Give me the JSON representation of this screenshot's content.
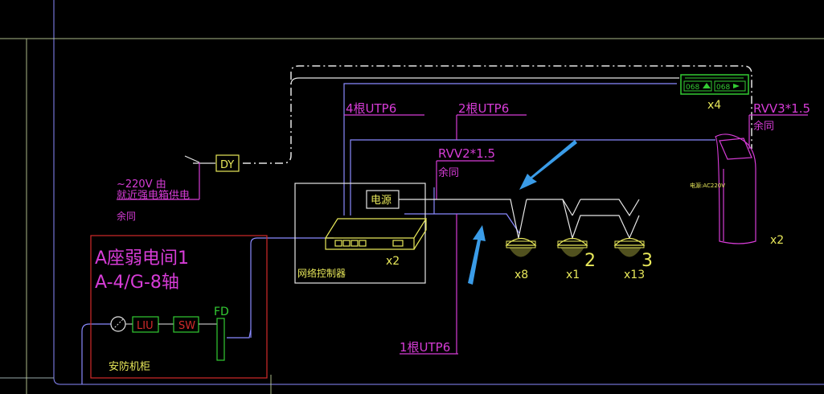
{
  "colors": {
    "background": "#000000",
    "magenta": "#d63cd6",
    "yellow": "#e8e85a",
    "white": "#e6e6e6",
    "green": "#33cc33",
    "red": "#d22a2a",
    "blue_line": "#8a8aff",
    "arrow": "#3a9ce8"
  },
  "labels": {
    "power_source": "~220V 由",
    "power_source2": "就近强电箱供电",
    "power_source3": "余同",
    "dy": "DY",
    "utp4": "4根UTP6",
    "utp2": "2根UTP6",
    "utp1": "1根UTP6",
    "rvv2": "RVV2*1.5",
    "rvv2_note": "余同",
    "rvv3": "RVV3*1.5",
    "rvv3_note": "余同",
    "power_box": "电源",
    "controller": "网络控制器",
    "controller_qty": "x2",
    "room_line1": "A座弱电间1",
    "room_line2": "A-4/G-8轴",
    "liu": "LIU",
    "sw": "SW",
    "fd": "FD",
    "cabinet": "安防机柜",
    "cam_qty1": "x8",
    "cam_qty2": "x1",
    "cam_qty3": "x13",
    "cam_num2": "2",
    "cam_num3": "3",
    "sign_qty": "x4",
    "sign_text": "068",
    "kiosk_power": "电源:AC220V",
    "kiosk_qty": "x2"
  }
}
